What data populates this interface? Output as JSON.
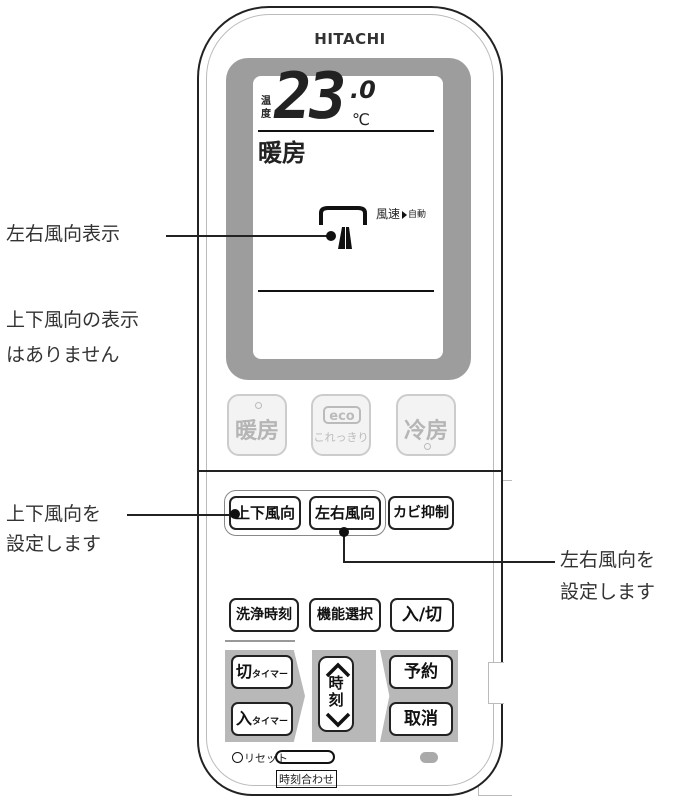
{
  "brand": "HITACHI",
  "display": {
    "temp_label_top": "温",
    "temp_label_bottom": "度",
    "temp_value": "23",
    "temp_decimal": ".0",
    "temp_unit": "℃",
    "mode": "暖房",
    "fan_label": "風速",
    "fan_value": "自動"
  },
  "mode_buttons": {
    "heat": "暖房",
    "eco_logo": "eco",
    "eco_sub": "これっきり",
    "cool": "冷房"
  },
  "keys": {
    "vertical_louver": "上下風向",
    "horizontal_louver": "左右風向",
    "mold": "カビ抑制",
    "wash_timer": "洗浄時刻",
    "function_select": "機能選択",
    "on_off": "入/切",
    "off_timer_main": "切",
    "off_timer_sub": "タイマー",
    "on_timer_main": "入",
    "on_timer_sub": "タイマー",
    "time_line1": "時",
    "time_line2": "刻",
    "reserve": "予約",
    "cancel": "取消",
    "reset": "リセット",
    "clock_set": "時刻合わせ"
  },
  "annotations": {
    "horizontal_display": "左右風向表示",
    "no_vertical_line1": "上下風向の表示",
    "no_vertical_line2": "はありません",
    "set_vertical_line1": "上下風向を",
    "set_vertical_line2": "設定します",
    "set_horizontal_line1": "左右風向を",
    "set_horizontal_line2": "設定します"
  }
}
